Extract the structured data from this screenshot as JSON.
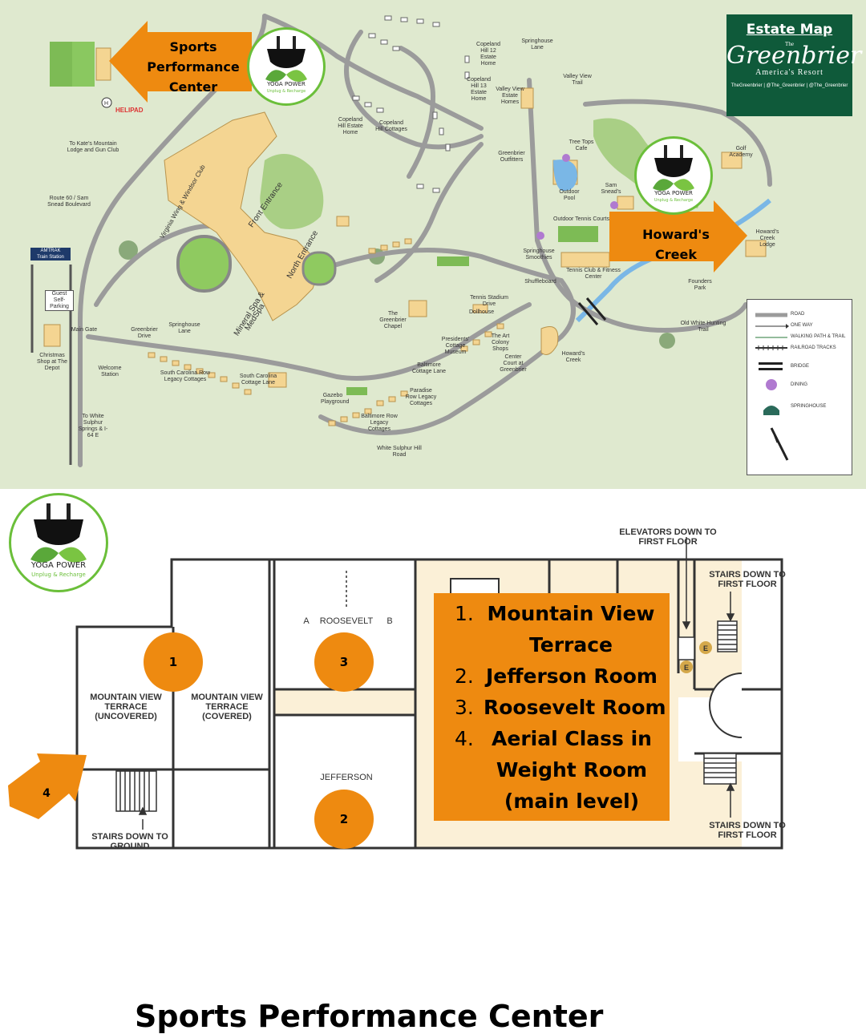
{
  "map": {
    "header": {
      "title": "Estate Map",
      "brand_the": "The",
      "brand_name": "Greenbrier",
      "brand_tagline": "America's Resort",
      "social": "TheGreenbrier  |  @The_Greenbrier  |  @The_Greenbrier"
    },
    "callouts": {
      "sports": "Sports Performance Center",
      "howards": "Howard's Creek"
    },
    "yoga_logo": {
      "name": "YOGA POWER",
      "tagline": "Unplug & Recharge"
    },
    "labels": {
      "helipad": "HELIPAD",
      "kates": "To Kate's Mountain Lodge and Gun Club",
      "route60": "Route 60 / Sam Snead Boulevard",
      "amtrak": "AMTRAK",
      "train": "Train Station",
      "guest_parking": "Guest Self-Parking",
      "christmas": "Christmas Shop at The Depot",
      "main_gate": "Main Gate",
      "white_sulphur": "To White Sulphur Springs & I-64 E",
      "welcome": "Welcome Station",
      "greenbrier_drive": "Greenbrier Drive",
      "springhouse_lane": "Springhouse Lane",
      "virginia_wing": "Virginia Wing & Windsor Club",
      "front_entrance": "Front Entrance",
      "north_entrance": "North Entrance",
      "mineral_spa": "Mineral Spa & MedSpa",
      "south_carolina_row": "South Carolina Row Legacy Cottages",
      "south_carolina_lane": "South Carolina Cottage Lane",
      "baltimore_row": "Baltimore Row Legacy Cottages",
      "baltimore_lane": "Baltimore Cottage Lane",
      "paradise_row": "Paradise Row Legacy Cottages",
      "gazebo": "Gazebo Playground",
      "chapel": "The Greenbrier Chapel",
      "dollhouse": "Dollhouse",
      "tennis_stadium": "Tennis Stadium Drive",
      "presidents": "Presidents' Cottage Museum",
      "art_colony": "The Art Colony Shops",
      "outfitters": "Greenbrier Outfitters",
      "tree_tops": "Tree Tops Cafe",
      "outdoor_pool": "Outdoor Pool",
      "tennis_courts": "Outdoor Tennis Courts",
      "tennis_club": "Tennis Club & Fitness Center",
      "shuffleboard": "Shuffleboard",
      "springhouse_smoothies": "Springhouse Smoothies",
      "sam_sneads": "Sam Snead's",
      "copeland_1": "Copeland Hill 12 Estate Home",
      "copeland_2": "Copeland Hill 13 Estate Home",
      "copeland_3": "Copeland Hill Estate Home",
      "copeland_4": "Copeland Hill Cottages",
      "valley_view": "Valley View Estate Homes",
      "valley_trail": "Valley View Trail",
      "springhouse_lane_top": "Springhouse Lane",
      "golf_academy": "Golf Academy",
      "howards_creek_lodge": "Howard's Creek Lodge",
      "founders_park": "Founders Park",
      "old_white": "Old White Hunting Trail",
      "white_sulphur_hill": "White Sulphur Hill Road",
      "center_court": "Center Court at Greenbrier",
      "howards_creek_small": "Howard's Creek"
    },
    "legend": {
      "items": [
        "ROAD",
        "ONE WAY",
        "WALKING PATH & TRAIL",
        "RAILROAD TRACKS",
        "BRIDGE",
        "DINING",
        "SPRINGHOUSE"
      ]
    }
  },
  "floorplan": {
    "title": "Sports Performance Center",
    "labels": {
      "elevators": "ELEVATORS DOWN TO FIRST FLOOR",
      "stairs_top": "STAIRS DOWN TO FIRST FLOOR",
      "stairs_bottom": "STAIRS DOWN TO FIRST FLOOR",
      "stairs_ground": "STAIRS DOWN TO GROUND",
      "mv_uncovered": "MOUNTAIN VIEW TERRACE (UNCOVERED)",
      "mv_covered": "MOUNTAIN VIEW TERRACE (COVERED)",
      "roosevelt_a": "A",
      "roosevelt": "ROOSEVELT",
      "roosevelt_b": "B",
      "jefferson": "JEFFERSON",
      "elevator_mark": "E"
    },
    "markers": [
      "1",
      "3",
      "2",
      "4"
    ],
    "list": [
      {
        "num": "1.",
        "text_1": "Mountain View",
        "text_2": "Terrace"
      },
      {
        "num": "2.",
        "text_1": "Jefferson Room"
      },
      {
        "num": "3.",
        "text_1": "Roosevelt Room"
      },
      {
        "num": "4.",
        "text_1": "Aerial Class in",
        "text_2": "Weight Room",
        "text_3": "(main level)"
      }
    ]
  }
}
